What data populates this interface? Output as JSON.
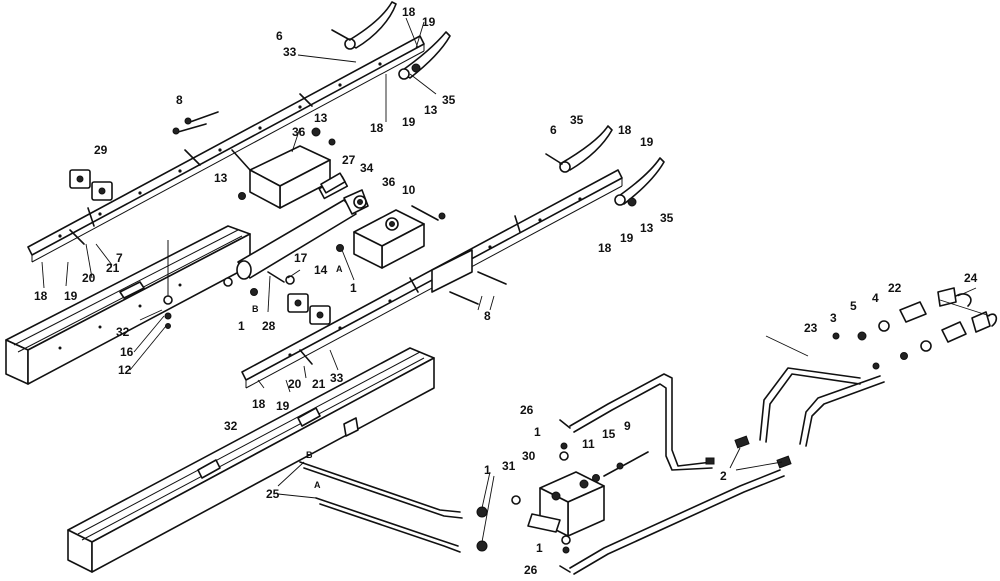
{
  "callouts": [
    "1",
    "2",
    "3",
    "4",
    "5",
    "6",
    "7",
    "8",
    "9",
    "10",
    "11",
    "12",
    "13",
    "14",
    "15",
    "16",
    "17",
    "18",
    "19",
    "20",
    "21",
    "22",
    "23",
    "24",
    "25",
    "26",
    "27",
    "28",
    "29",
    "30",
    "31",
    "32",
    "33",
    "34",
    "35",
    "36"
  ],
  "port_letters": [
    "A",
    "B"
  ]
}
